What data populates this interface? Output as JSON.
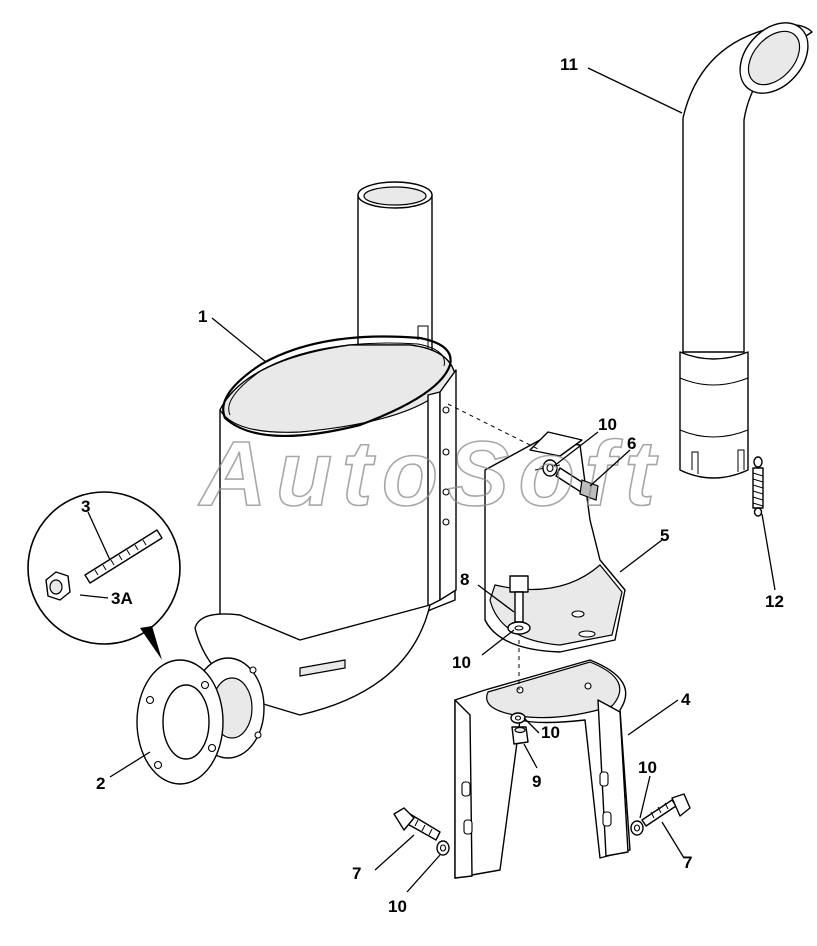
{
  "callouts": {
    "c1": "1",
    "c2": "2",
    "c3": "3",
    "c3a": "3A",
    "c4": "4",
    "c5": "5",
    "c6": "6",
    "c7a": "7",
    "c7b": "7",
    "c8": "8",
    "c9": "9",
    "c10a": "10",
    "c10b": "10",
    "c10c": "10",
    "c10d": "10",
    "c10e": "10",
    "c11": "11",
    "c12": "12"
  },
  "watermark": "AutoSoft",
  "colors": {
    "line": "#000000",
    "background": "#ffffff",
    "watermark": "#8a8a8a"
  }
}
